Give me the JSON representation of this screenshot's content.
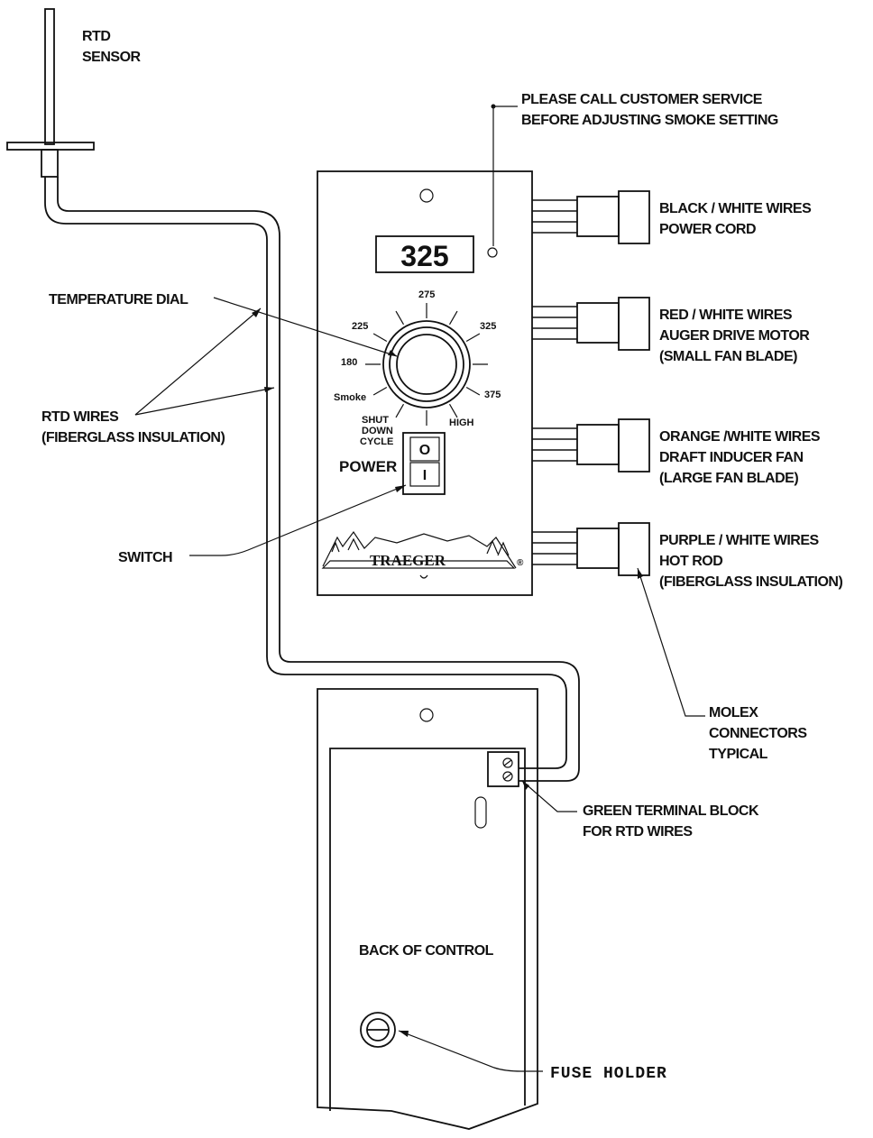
{
  "labels": {
    "rtd_sensor_line1": "RTD",
    "rtd_sensor_line2": "SENSOR",
    "note_line1": "PLEASE CALL CUSTOMER SERVICE",
    "note_line2": "BEFORE ADJUSTING SMOKE SETTING",
    "temp_dial": "TEMPERATURE DIAL",
    "rtd_wires_line1": "RTD WIRES",
    "rtd_wires_line2": "(FIBERGLASS INSULATION)",
    "switch": "SWITCH",
    "molex_line1": "MOLEX",
    "molex_line2": "CONNECTORS",
    "molex_line3": "TYPICAL",
    "terminal_line1": "GREEN TERMINAL BLOCK",
    "terminal_line2": "FOR RTD WIRES",
    "back_of_control": "BACK OF CONTROL",
    "fuse_holder": "FUSE HOLDER"
  },
  "connectors": [
    {
      "line1": "BLACK / WHITE WIRES",
      "line2": "POWER CORD",
      "line3": ""
    },
    {
      "line1": "RED / WHITE WIRES",
      "line2": "AUGER DRIVE MOTOR",
      "line3": "(SMALL FAN BLADE)"
    },
    {
      "line1": "ORANGE /WHITE WIRES",
      "line2": "DRAFT INDUCER FAN",
      "line3": "(LARGE FAN BLADE)"
    },
    {
      "line1": "PURPLE / WHITE WIRES",
      "line2": "HOT ROD",
      "line3": "(FIBERGLASS INSULATION)"
    }
  ],
  "panel": {
    "display_value": "325",
    "dial_settings": {
      "smoke": "Smoke",
      "t180": "180",
      "t225": "225",
      "t275": "275",
      "t325": "325",
      "t375": "375",
      "high": "HIGH",
      "shut_line1": "SHUT",
      "shut_line2": "DOWN",
      "shut_line3": "CYCLE"
    },
    "power_label": "POWER",
    "switch_off": "O",
    "switch_on": "I",
    "brand": "TRAEGER",
    "registered": "®"
  }
}
